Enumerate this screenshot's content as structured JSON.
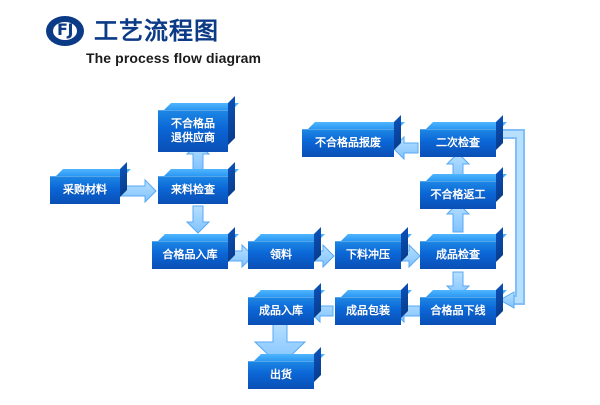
{
  "header": {
    "logo_text": "FJ",
    "title": "工艺流程图",
    "subtitle": "The process flow diagram"
  },
  "diagram": {
    "nodes": [
      {
        "id": "buy-materials",
        "label": "采购材料"
      },
      {
        "id": "incoming-inspection",
        "label": "来料检查"
      },
      {
        "id": "return-supplier",
        "label_line1": "不合格品",
        "label_line2": "退供应商"
      },
      {
        "id": "qualified-warehouse-in",
        "label": "合格品入库"
      },
      {
        "id": "material-issuing",
        "label": "领料"
      },
      {
        "id": "blanking-punching",
        "label": "下料冲压"
      },
      {
        "id": "product-inspection",
        "label": "成品检查"
      },
      {
        "id": "qualified-offline",
        "label": "合格品下线"
      },
      {
        "id": "product-packing",
        "label": "成品包装"
      },
      {
        "id": "product-warehouse-in",
        "label": "成品入库"
      },
      {
        "id": "ship",
        "label": "出货"
      },
      {
        "id": "rework",
        "label": "不合格返工"
      },
      {
        "id": "second-inspection",
        "label": "二次检查"
      },
      {
        "id": "scrap",
        "label": "不合格品报废"
      }
    ]
  },
  "colors": {
    "arrow": "#8ec9ff",
    "arrow_stroke": "#58a9f4",
    "node_front_top": "#1e88e5",
    "node_front_bottom": "#0a4fb5",
    "header_blue": "#0b3a86"
  }
}
